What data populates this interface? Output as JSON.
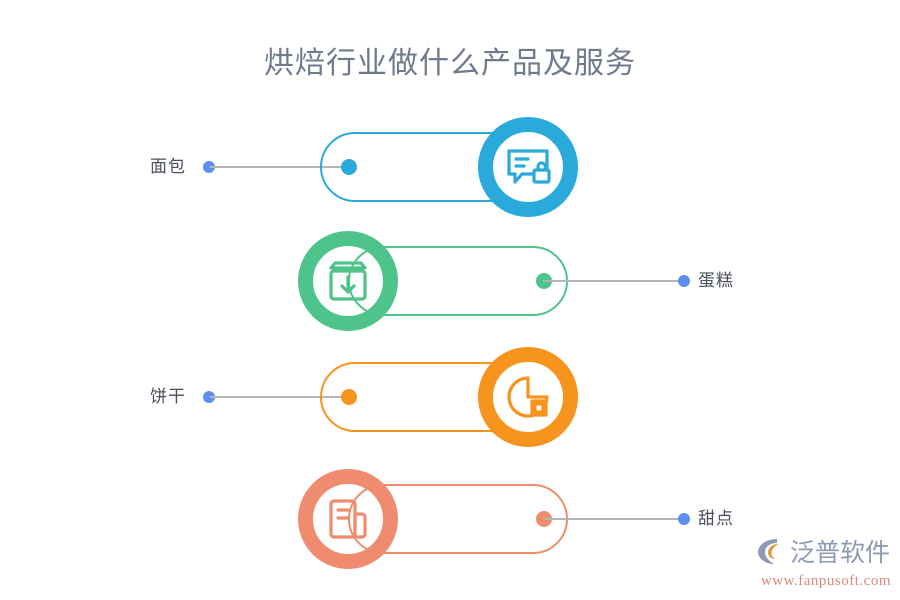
{
  "page": {
    "title": "烘焙行业做什么产品及服务",
    "background": "#ffffff"
  },
  "colors": {
    "title_text": "#6f7a8c",
    "label_text": "#4a4f5c",
    "connector_line": "#b5b5b5",
    "endpoint_dot": "#5b8ff0",
    "blue": "#29aada",
    "green": "#4ec38a",
    "orange": "#f7941e",
    "coral": "#ef8b6e"
  },
  "rows": [
    {
      "label": "面包",
      "color": "#29aada",
      "icon": "message-lock-icon",
      "side": "left",
      "label_position": "left"
    },
    {
      "label": "蛋糕",
      "color": "#4ec38a",
      "icon": "archive-download-icon",
      "side": "right",
      "label_position": "right"
    },
    {
      "label": "饼干",
      "color": "#f7941e",
      "icon": "pie-chart-icon",
      "side": "left",
      "label_position": "left"
    },
    {
      "label": "甜点",
      "color": "#ef8b6e",
      "icon": "documents-icon",
      "side": "right",
      "label_position": "right"
    }
  ],
  "watermark": {
    "brand": "泛普软件",
    "url": "www.fanpusoft.com",
    "brand_color": "#8c9ab4",
    "url_color": "#d98a7a",
    "mark_accent": "#e8963f"
  }
}
